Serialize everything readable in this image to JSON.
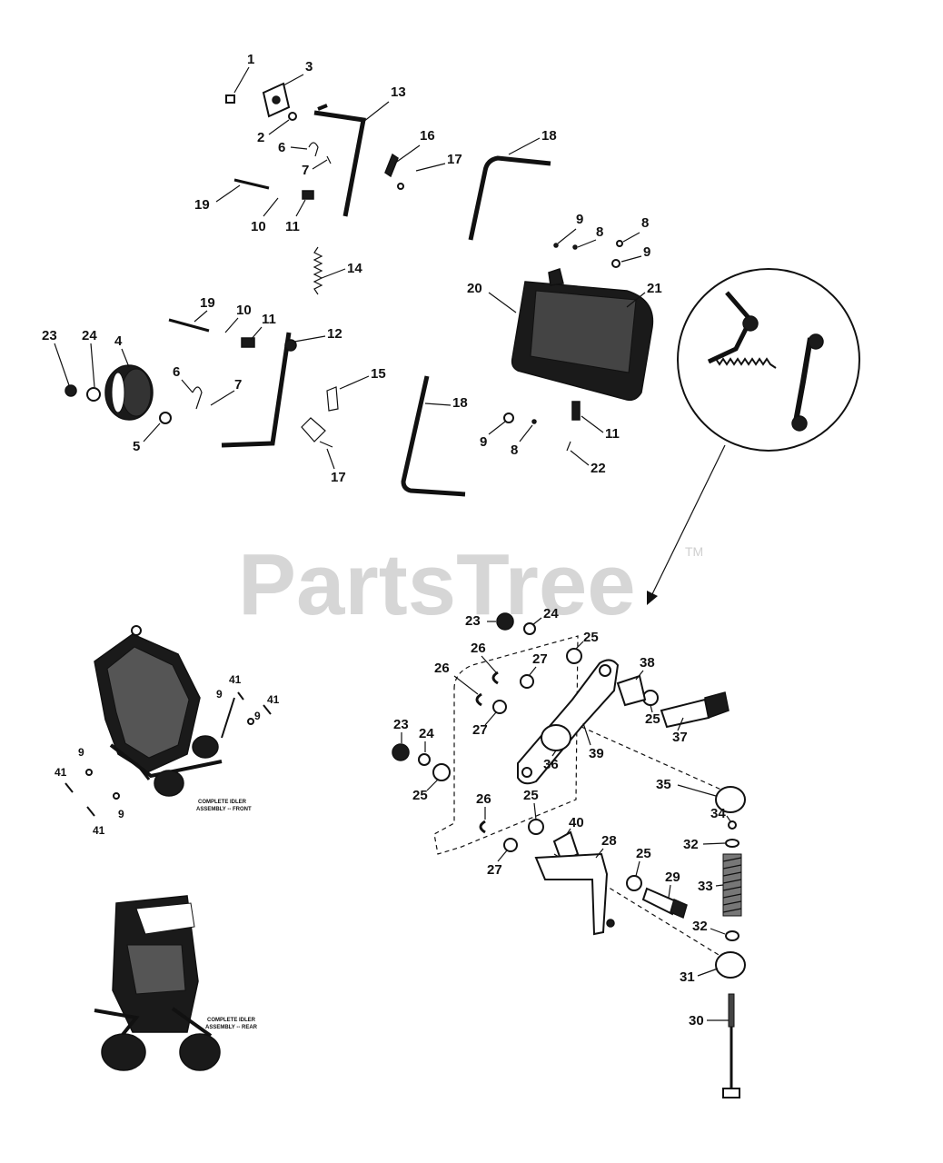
{
  "watermark": {
    "text": "PartsTree",
    "trademark": "TM"
  },
  "captions": {
    "front": [
      "COMPLETE IDLER",
      "ASSEMBLY -- FRONT"
    ],
    "rear": [
      "COMPLETE IDLER",
      "ASSEMBLY -- REAR"
    ]
  },
  "callouts": [
    "1",
    "3",
    "13",
    "2",
    "6",
    "16",
    "17",
    "18",
    "7",
    "19",
    "10",
    "11",
    "9",
    "8",
    "8",
    "9",
    "14",
    "20",
    "21",
    "19",
    "10",
    "11",
    "12",
    "23",
    "24",
    "4",
    "6",
    "7",
    "15",
    "18",
    "9",
    "8",
    "11",
    "5",
    "17",
    "22",
    "23",
    "24",
    "25",
    "26",
    "27",
    "38",
    "26",
    "27",
    "25",
    "37",
    "23",
    "24",
    "39",
    "36",
    "35",
    "25",
    "26",
    "25",
    "34",
    "40",
    "32",
    "28",
    "25",
    "33",
    "27",
    "29",
    "32",
    "31",
    "30",
    "41",
    "9",
    "9",
    "41",
    "9",
    "41",
    "9",
    "41"
  ]
}
